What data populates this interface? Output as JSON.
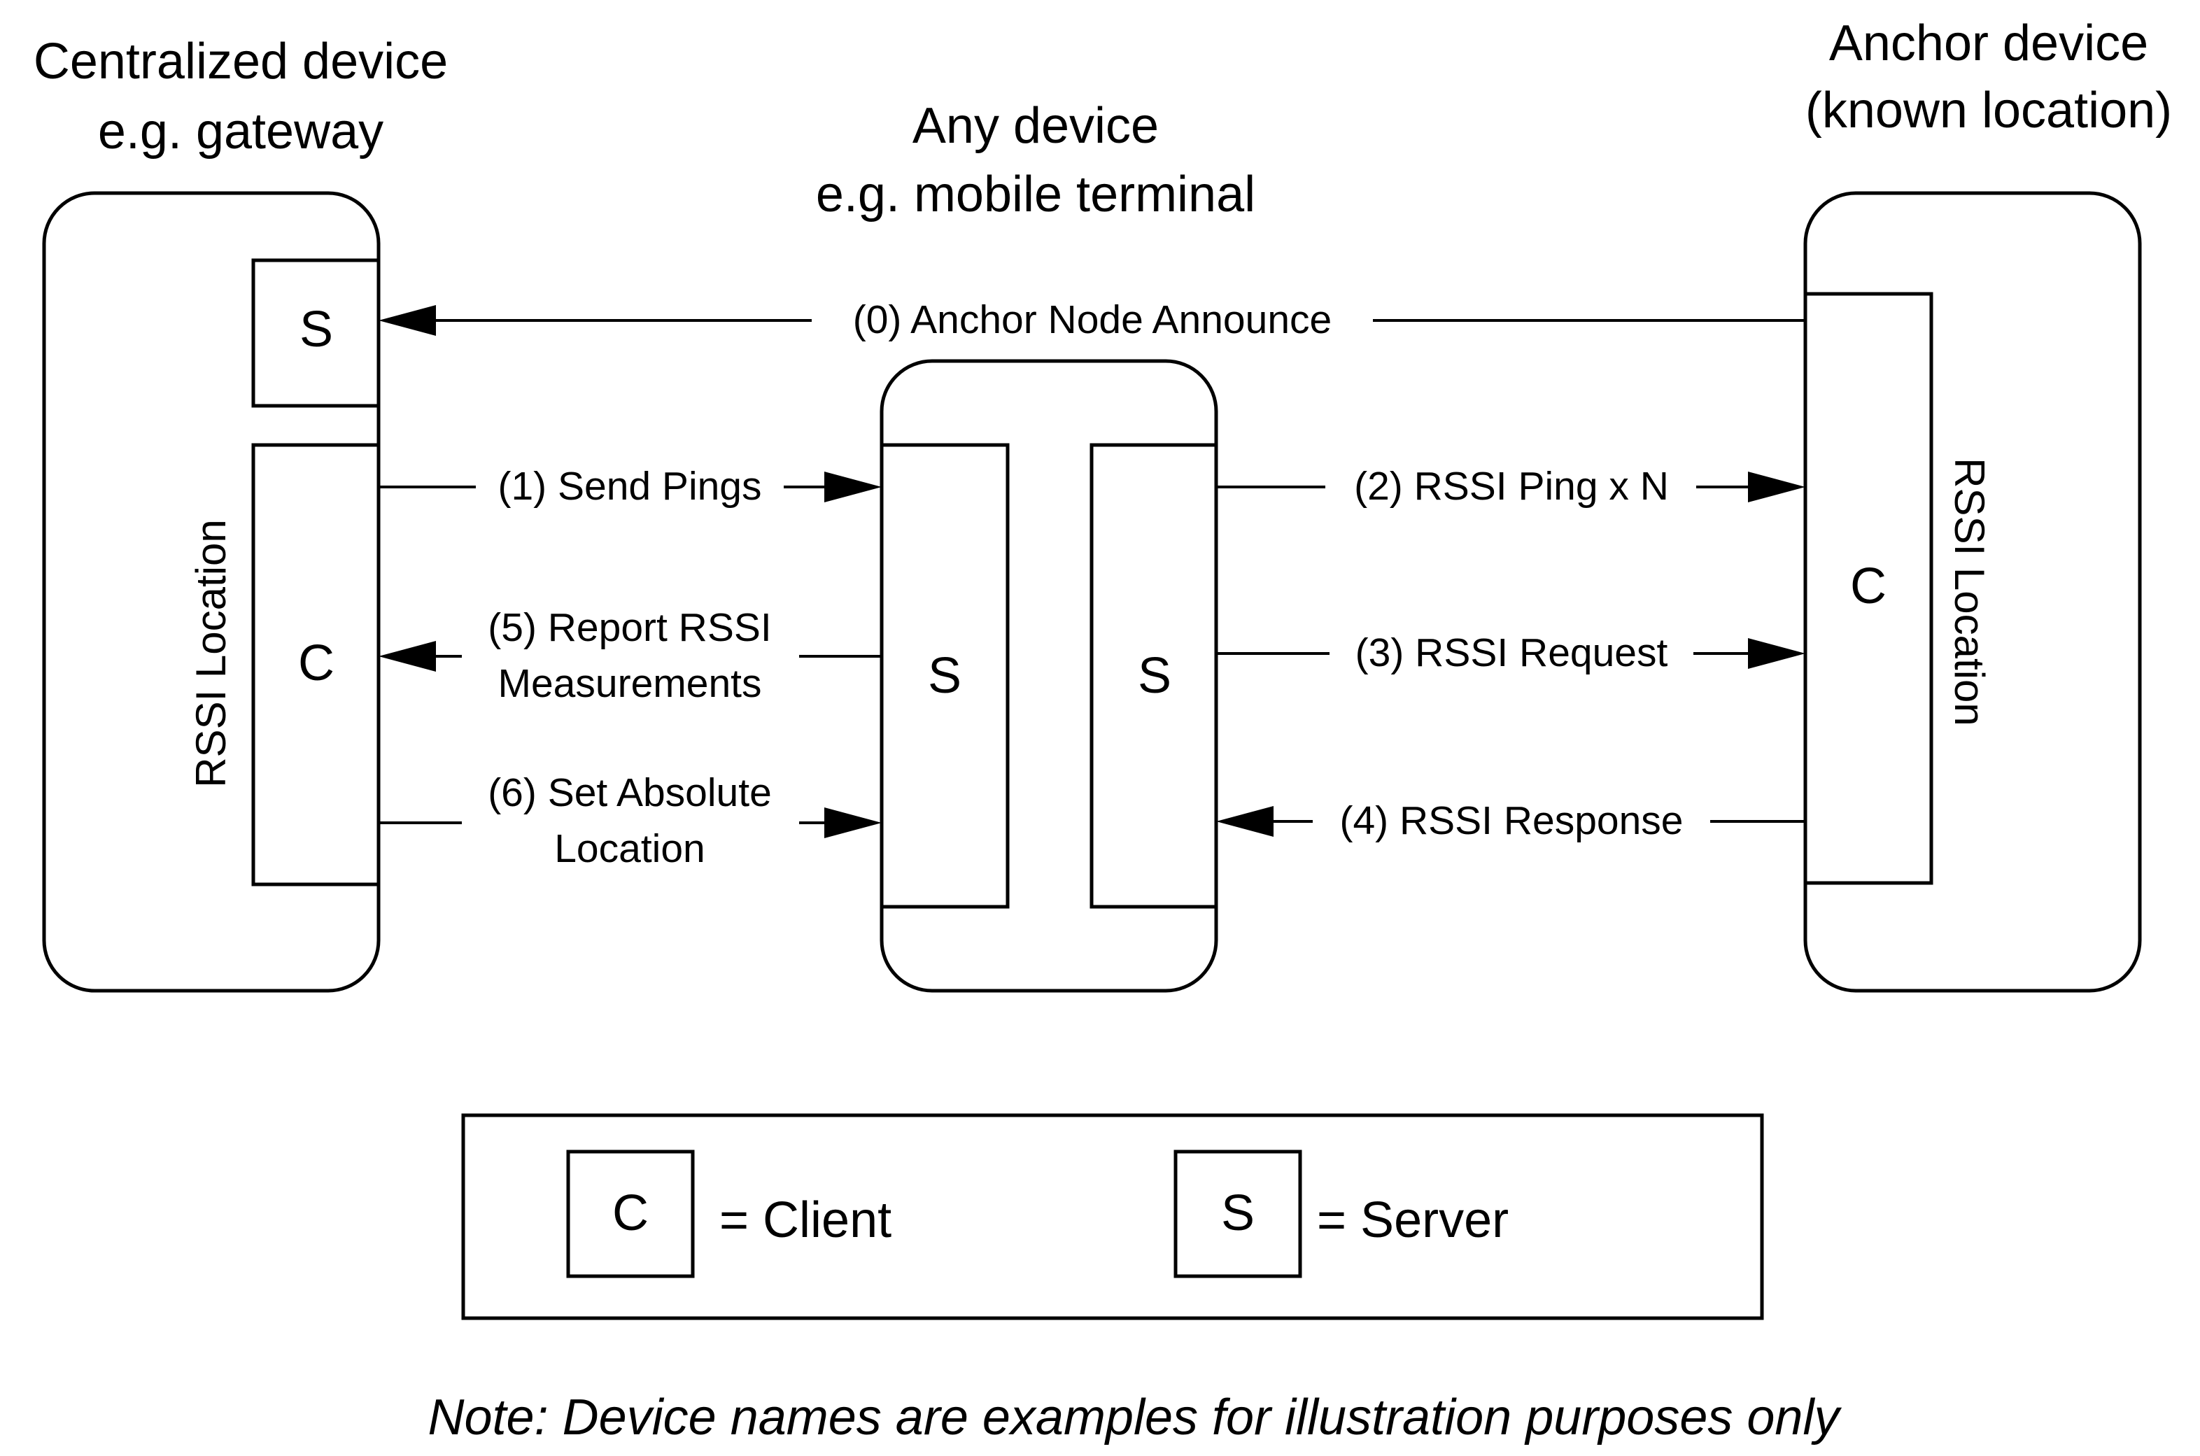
{
  "devices": {
    "centralized": {
      "title_line1": "Centralized device",
      "title_line2": "e.g. gateway",
      "server_label": "S",
      "client_label": "C",
      "vertical_label": "RSSI Location"
    },
    "any": {
      "title_line1": "Any device",
      "title_line2": "e.g. mobile terminal",
      "server_left_label": "S",
      "server_right_label": "S"
    },
    "anchor": {
      "title_line1": "Anchor device",
      "title_line2": "(known location)",
      "client_label": "C",
      "vertical_label": "RSSI Location"
    }
  },
  "messages": {
    "m0": "(0) Anchor Node Announce",
    "m1": "(1) Send Pings",
    "m2": "(2) RSSI Ping x N",
    "m3": "(3) RSSI Request",
    "m4": "(4) RSSI Response",
    "m5_line1": "(5) Report RSSI",
    "m5_line2": "Measurements",
    "m6_line1": "(6) Set Absolute",
    "m6_line2": "Location"
  },
  "legend": {
    "client_symbol": "C",
    "client_text": "= Client",
    "server_symbol": "S",
    "server_text": "= Server"
  },
  "note": "Note: Device names are examples for illustration purposes only"
}
